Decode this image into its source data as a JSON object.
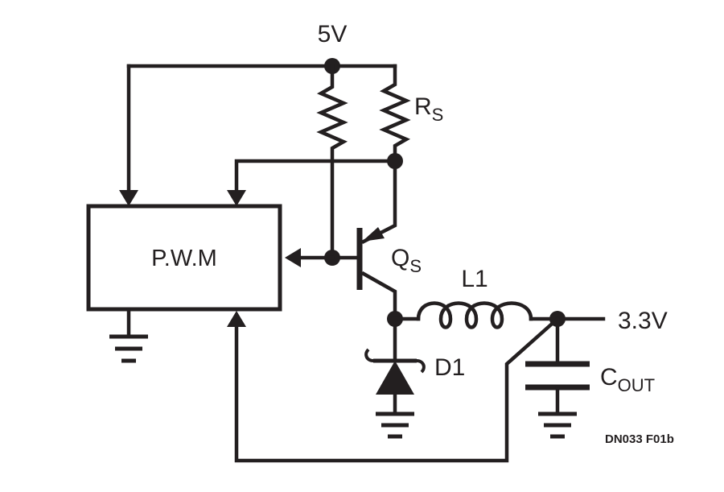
{
  "diagram": {
    "pwm_label": "P.W.M",
    "supply_label": "5V",
    "rs_main": "R",
    "rs_sub": "S",
    "qs_main": "Q",
    "qs_sub": "S",
    "inductor_label": "L1",
    "output_label": "3.3V",
    "diode_label": "D1",
    "cout_main": "C",
    "cout_sub": "OUT",
    "figure_id": "DN033 F01b"
  }
}
